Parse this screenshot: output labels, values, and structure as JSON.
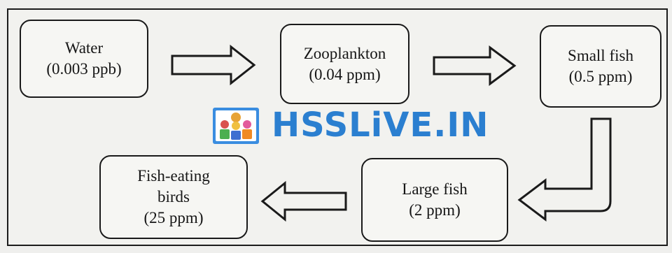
{
  "nodes": {
    "water": {
      "name": "Water",
      "value": "(0.003 ppb)"
    },
    "zooplankton": {
      "name": "Zooplankton",
      "value": "(0.04 ppm)"
    },
    "small_fish": {
      "name": "Small fish",
      "value": "(0.5 ppm)"
    },
    "large_fish": {
      "name": "Large fish",
      "value": "(2 ppm)"
    },
    "birds": {
      "name_line1": "Fish-eating",
      "name_line2": "birds",
      "value": "(25 ppm)"
    }
  },
  "watermark": {
    "text": "HSSLiVE.IN"
  }
}
